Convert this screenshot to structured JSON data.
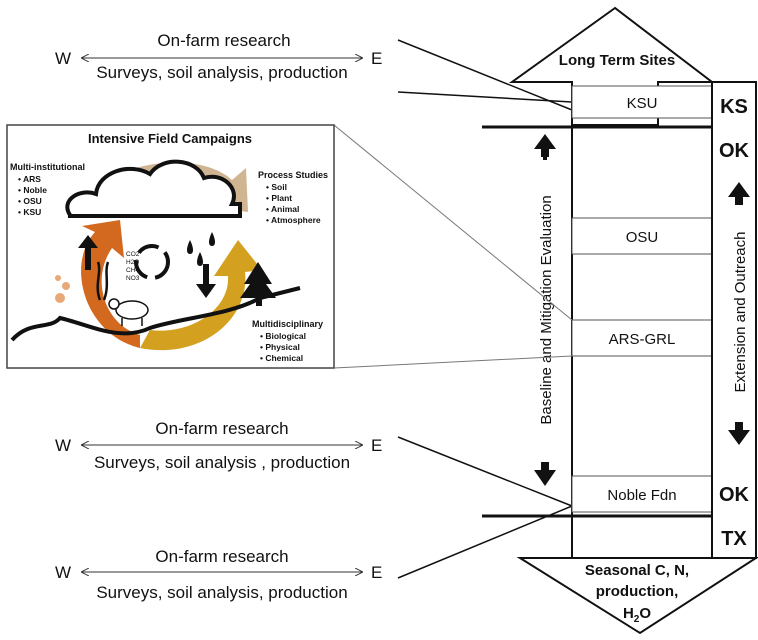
{
  "rows": [
    {
      "west": "W",
      "east": "E",
      "top": "On-farm research",
      "bottom": "Surveys, soil analysis, production"
    },
    {
      "west": "W",
      "east": "E",
      "top": "On-farm research",
      "bottom": "Surveys, soil analysis , production"
    },
    {
      "west": "W",
      "east": "E",
      "top": "On-farm research",
      "bottom": "Surveys, soil analysis, production"
    }
  ],
  "top_arrow_label": "Long Term Sites",
  "bottom_arrow": {
    "line1": "Seasonal C, N,",
    "line2": "production,",
    "line3": "H",
    "sub": "2",
    "line3b": "O"
  },
  "sites": [
    "KSU",
    "OSU",
    "ARS-GRL",
    "Noble Fdn"
  ],
  "states": {
    "top": "KS",
    "ok1": "OK",
    "ok2": "OK",
    "bottom": "TX"
  },
  "vertical_labels": {
    "left": "Baseline and Mitigation Evaluation",
    "right": "Extension and Outreach"
  },
  "inset": {
    "title": "Intensive Field Campaigns",
    "multi_institutional": {
      "heading": "Multi-institutional",
      "items": [
        "ARS",
        "Noble",
        "OSU",
        "KSU"
      ]
    },
    "process_studies": {
      "heading": "Process Studies",
      "items": [
        "Soil",
        "Plant",
        "Animal",
        "Atmosphere"
      ]
    },
    "multidisciplinary": {
      "heading": "Multidisciplinary",
      "items": [
        "Biological",
        "Physical",
        "Chemical"
      ]
    },
    "gases": [
      "CO2",
      "H2O",
      "CH4",
      "NO3"
    ]
  },
  "colors": {
    "brown": "#a0643a",
    "orange": "#d2691e",
    "gold": "#d4a020",
    "tan": "#c8a880",
    "line": "#111111"
  }
}
